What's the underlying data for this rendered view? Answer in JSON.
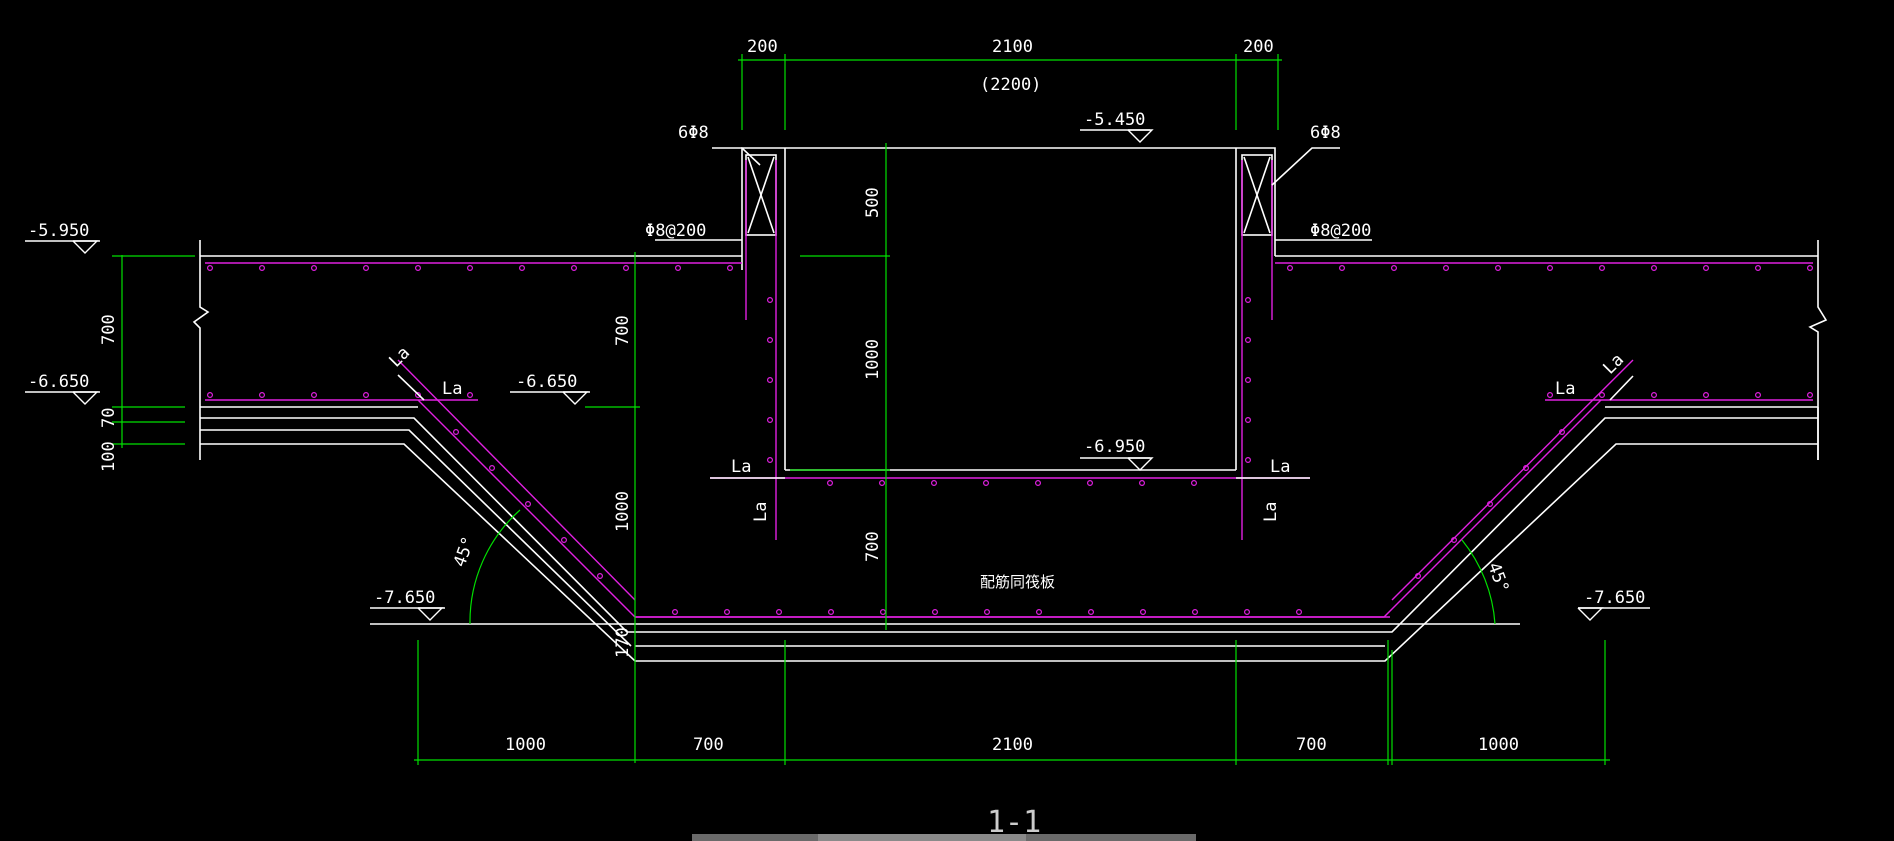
{
  "levels": {
    "top_box": "-5.450",
    "top_slab": "-5.950",
    "slab_bottom_left": "-6.650",
    "slab_bottom_mid": "-6.650",
    "pit_bottom": "-6.950",
    "base_left": "-7.650",
    "base_right": "-7.650"
  },
  "top_dims": {
    "left": "200",
    "mid": "2100",
    "mid_paren": "(2200)",
    "right": "200"
  },
  "left_dims": {
    "slab": "700",
    "a": "70",
    "b": "100"
  },
  "inner_dims": {
    "d500": "500",
    "d1000": "1000",
    "d700": "700"
  },
  "mid_left_dims": {
    "d700": "700",
    "d1000": "1000",
    "d170": "170"
  },
  "bottom_dims": [
    "1000",
    "700",
    "2100",
    "700",
    "1000"
  ],
  "rebar": {
    "left_bars": "6Φ8",
    "right_bars": "6Φ8",
    "left_stirrup": "Φ8@200",
    "right_stirrup": "Φ8@200"
  },
  "anchorage": "La",
  "angle": "45°",
  "note": "配筋同筏板",
  "section_title": "1-1",
  "colors": {
    "background": "#000000",
    "outline": "#ffffff",
    "dimension": "#00e000",
    "rebar": "#e020e0"
  }
}
